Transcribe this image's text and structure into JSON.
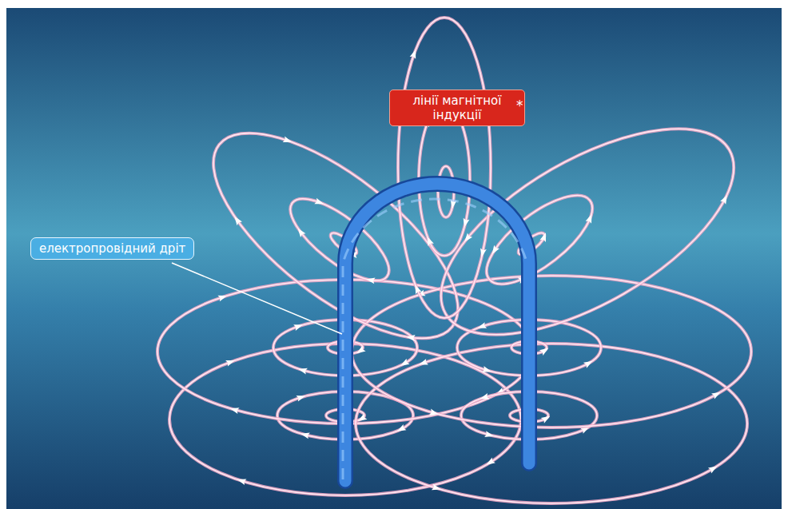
{
  "diagram": {
    "nodes": [
      {
        "text": [
          "лінії магнітної індукції"
        ]
      },
      {
        "text": [
          "електропровідний дріт"
        ]
      }
    ],
    "labels": [
      "*"
    ]
  }
}
